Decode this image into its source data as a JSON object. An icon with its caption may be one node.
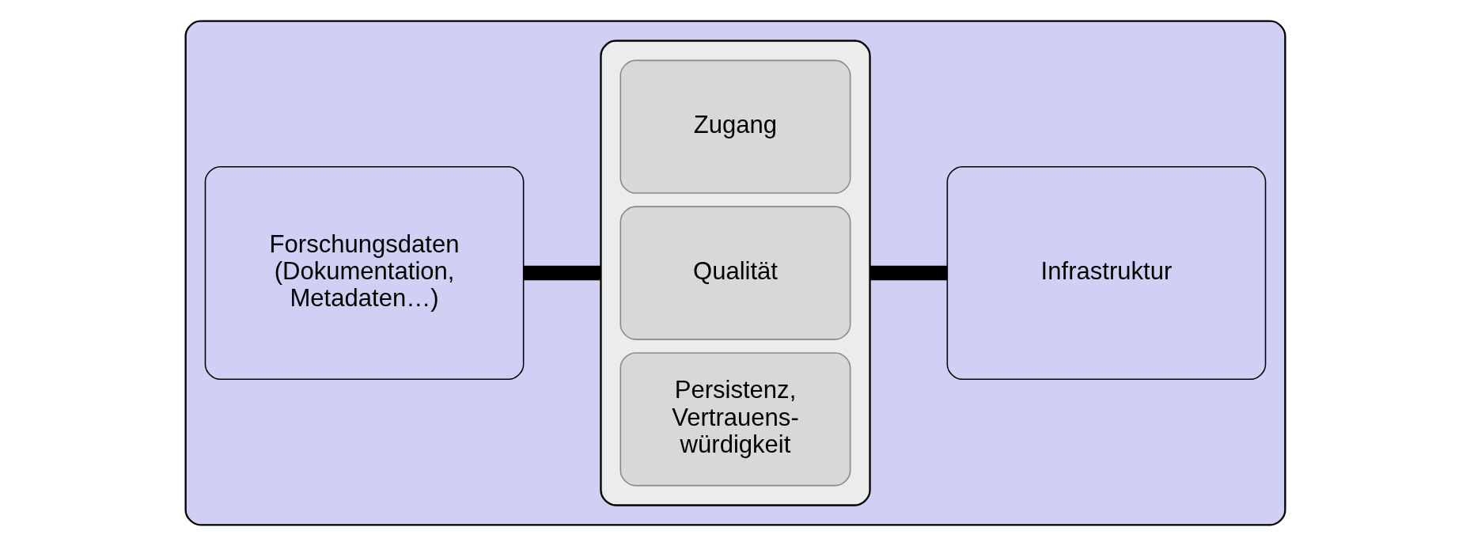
{
  "diagram": {
    "nodes": [
      {
        "text": [],
        "shape": "box"
      },
      {
        "text": [
          "Forschungsdaten (Dokumentation, Metadaten…)"
        ],
        "in": 0
      },
      {
        "text": [],
        "shape": "box",
        "in": 0
      },
      {
        "text": [
          "Zugang"
        ],
        "in": 2
      },
      {
        "text": [
          "Qualität"
        ],
        "in": 2
      },
      {
        "text": [
          "Persistenz, Vertrauens- würdigkeit"
        ],
        "in": 2
      },
      {
        "text": [
          "Infrastruktur"
        ],
        "in": 0
      }
    ],
    "edges": [
      {
        "from": 1,
        "to": 2,
        "arrow": "none"
      },
      {
        "from": 2,
        "to": 6,
        "arrow": "none"
      }
    ]
  }
}
